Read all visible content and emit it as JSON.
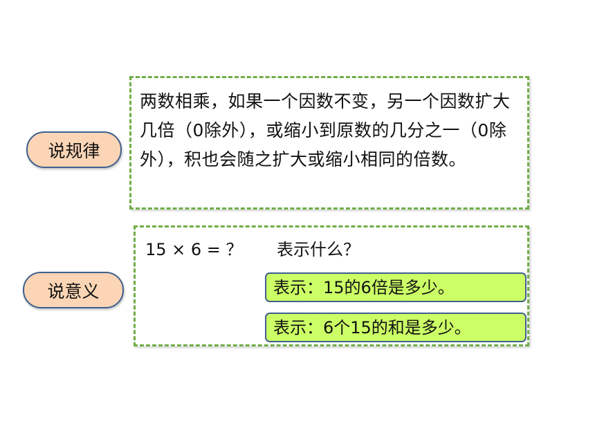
{
  "rule": {
    "label": "说规律",
    "text": "两数相乘，如果一个因数不变，另一个因数扩大几倍（0除外），或缩小到原数的几分之一（0除外），积也会随之扩大或缩小相同的倍数。"
  },
  "meaning": {
    "label": "说意义",
    "expression": "15 × 6 = ？",
    "question": "表示什么？",
    "answers": [
      "表示：15的6倍是多少。",
      "表示：6个15的和是多少。"
    ]
  },
  "colors": {
    "pill_fill": "#fbd5b5",
    "pill_border": "#3f5f8f",
    "dashed_border": "#70ad47",
    "answer_fill": "#ccff66"
  }
}
